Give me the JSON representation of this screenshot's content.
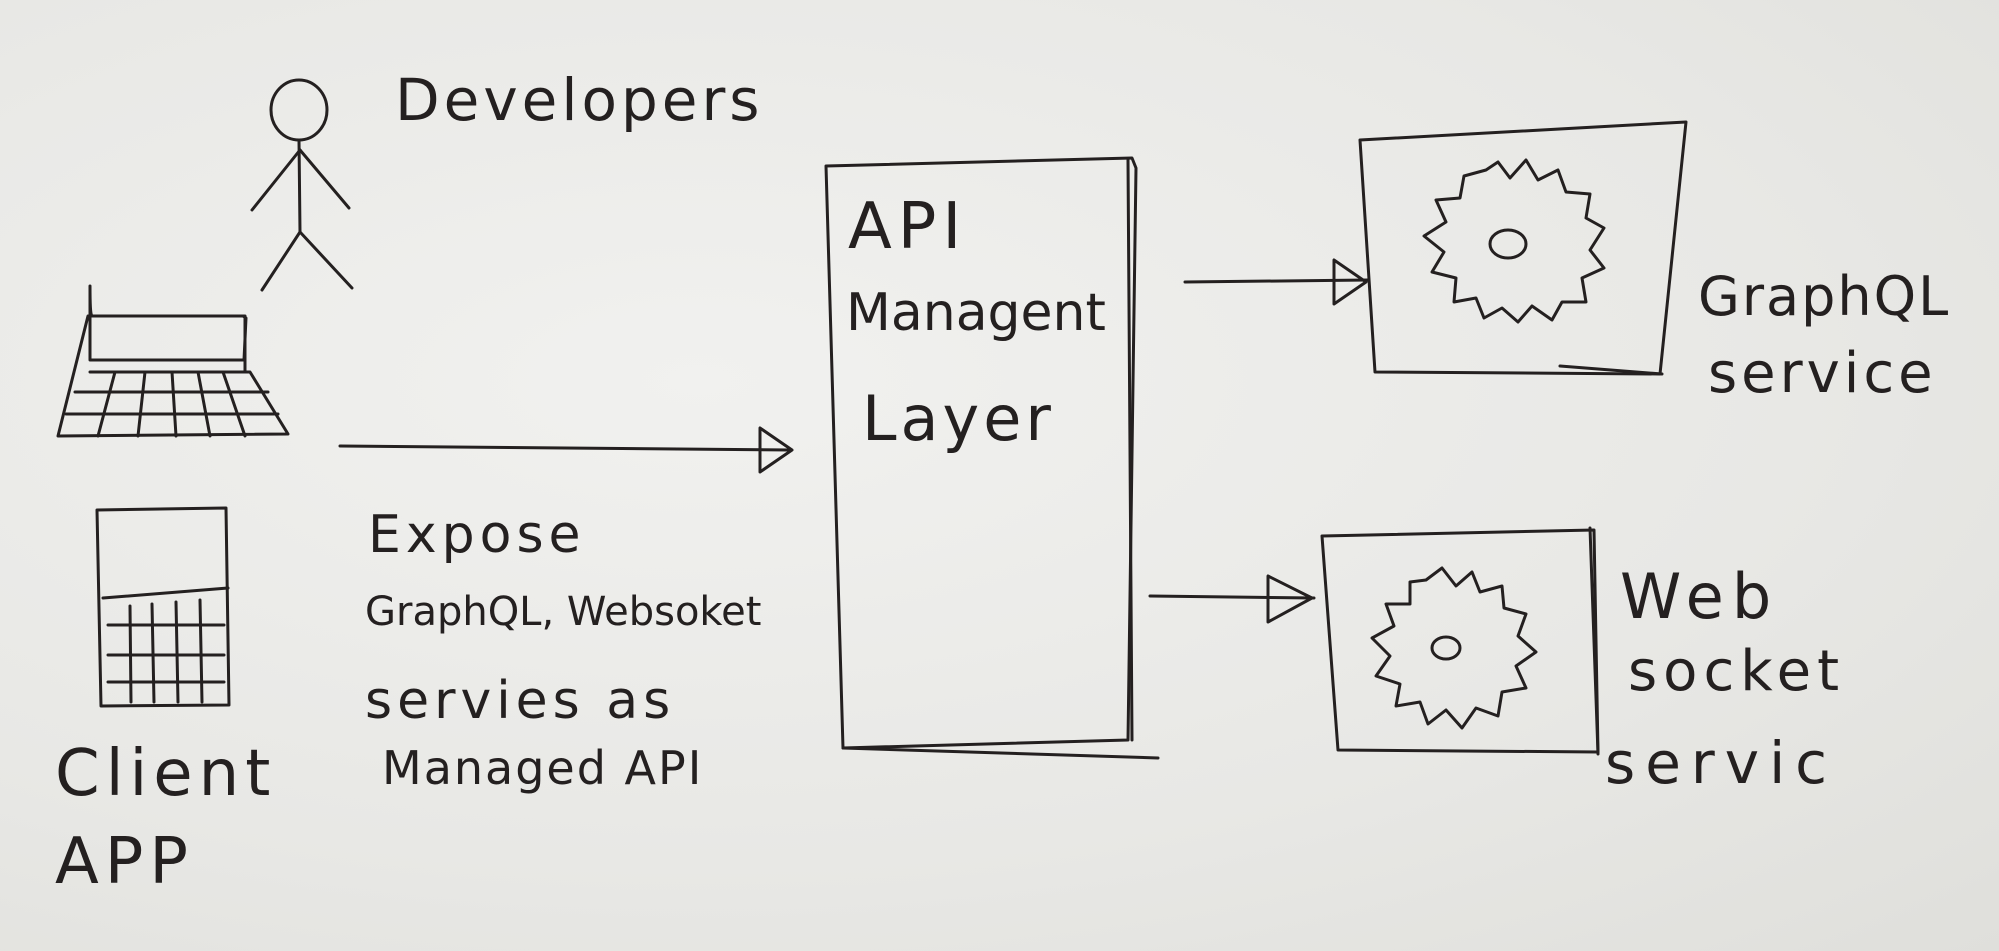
{
  "diagram": {
    "developers": {
      "label": "Developers"
    },
    "client_app": {
      "label_line1": "Client",
      "label_line2": "APP"
    },
    "expose_note": {
      "line1": "Expose",
      "line2": "GraphQL, Websoket",
      "line3": "servies as",
      "line4": "Managed API"
    },
    "api_layer": {
      "line1": "API",
      "line2": "Managent",
      "line3": "Layer"
    },
    "graphql_service": {
      "line1": "GraphQL",
      "line2": "service"
    },
    "websocket_service": {
      "line1": "Web",
      "line2": "socket",
      "line3": "servic"
    },
    "ink_color": "#242020",
    "paper_color": "#e9e9e6"
  }
}
